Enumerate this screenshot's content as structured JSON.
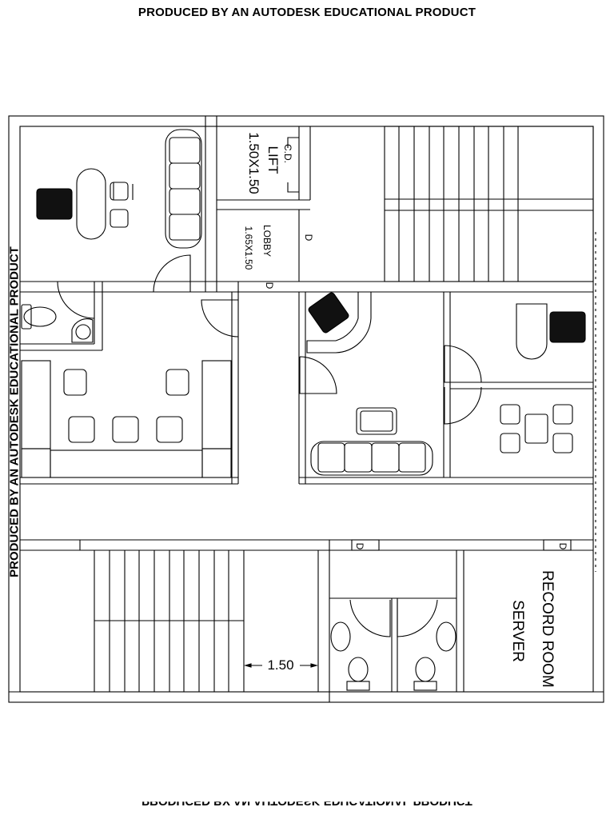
{
  "watermark": "PRODUCED BY AN AUTODESK EDUCATIONAL PRODUCT",
  "labels": {
    "lift_top": "C.D.",
    "lift_name": "LIFT",
    "lift_size": "1.50X1.50",
    "lobby": "LOBBY",
    "lobby_size": "1.65X1.50",
    "dim": "1.50",
    "record_room": "RECORD ROOM",
    "server": "SERVER",
    "door": "D"
  }
}
